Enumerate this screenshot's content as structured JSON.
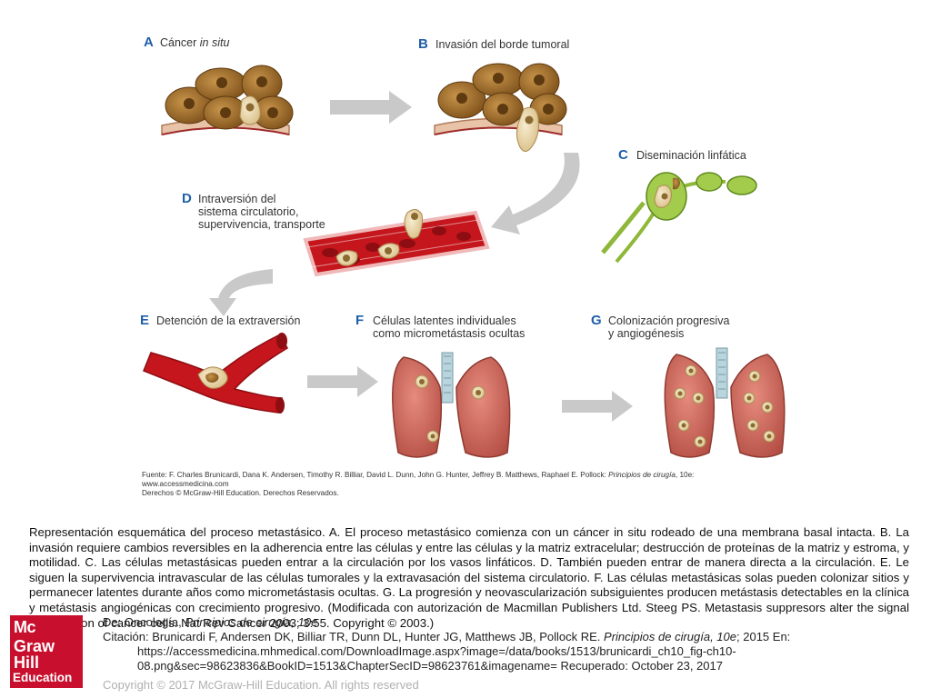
{
  "panels": {
    "a": {
      "letter": "A",
      "label": "Cáncer ",
      "label_italic": "in situ"
    },
    "b": {
      "letter": "B",
      "label": "Invasión del borde tumoral"
    },
    "c": {
      "letter": "C",
      "label": "Diseminación linfática"
    },
    "d": {
      "letter": "D",
      "line1": "Intraversión del",
      "line2": "sistema circulatorio,",
      "line3": "supervivencia, transporte"
    },
    "e": {
      "letter": "E",
      "label": "Detención de la extraversión"
    },
    "f": {
      "letter": "F",
      "line1": "Células latentes individuales",
      "line2": "como micrometástasis ocultas"
    },
    "g": {
      "letter": "G",
      "line1": "Colonización progresiva",
      "line2": "y angiogénesis"
    }
  },
  "source": {
    "line1_prefix": "Fuente: F. Charles Brunicardi, Dana K. Andersen, Timothy R. Billiar, David L. Dunn, John G. Hunter, Jeffrey B. Matthews, Raphael E. Pollock: ",
    "line1_italic": "Principios de cirugía",
    "line1_suffix": ", 10e:",
    "line2": "www.accessmedicina.com",
    "line3": "Derechos © McGraw-Hill Education. Derechos Reservados."
  },
  "caption": " Representación esquemática del proceso metastásico. A. El proceso metastásico comienza con un cáncer in situ rodeado de una membrana basal intacta. B. La invasión requiere cambios reversibles en la adherencia entre las células y entre las células y la matriz extracelular; destrucción de proteínas de la matriz y estroma, y motilidad. C. Las células metastásicas pueden entrar a la circulación por los vasos linfáticos. D. También pueden entrar de manera directa a la circulación. E. Le siguen la supervivencia intravascular de las células tumorales y la extravasación del sistema circulatorio. F. Las células metastásicas solas pueden colonizar sitios y permanecer latentes durante años como micrometástasis ocultas. G. La progresión y neovascularización subsiguientes producen metástasis detectables en la clínica y metástasis angiogénicas con crecimiento progresivo. (Modificada con autorización de Macmillan Publishers Ltd. Steeg PS. Metastasis suppresors alter the signal transduction of cancer cells. Nat Rev Cancer 2003; 3:55. Copyright © 2003.)",
  "logo": {
    "line1": "Mc",
    "line2": "Graw",
    "line3": "Hill",
    "line4": "Education"
  },
  "credits": {
    "de_prefix": "De: Oncología, ",
    "de_italic": "Principios de cirugía, 10e",
    "cita_prefix": "Citación: Brunicardi F, Andersen DK, Billiar TR, Dunn DL, Hunter JG, Matthews JB, Pollock RE. ",
    "cita_italic": "Principios de cirugía, 10e",
    "cita_suffix": "; 2015 En:",
    "url_line1": "https://accessmedicina.mhmedical.com/DownloadImage.aspx?image=/data/books/1513/brunicardi_ch10_fig-ch10-",
    "url_line2": "08.png&sec=98623836&BookID=1513&ChapterSecID=98623761&imagename= Recuperado: October 23, 2017"
  },
  "copyright": "Copyright © 2017 McGraw-Hill Education. All rights reserved",
  "colors": {
    "letter_blue": "#1f5fa8",
    "cell_brown": "#a8742c",
    "cell_pale": "#e9d6a8",
    "blood_red": "#c4161c",
    "lymph_green": "#8fb83a",
    "lung_pink": "#d46a5e",
    "arrow_gray": "#c9c9c9",
    "logo_red": "#c8102e"
  }
}
